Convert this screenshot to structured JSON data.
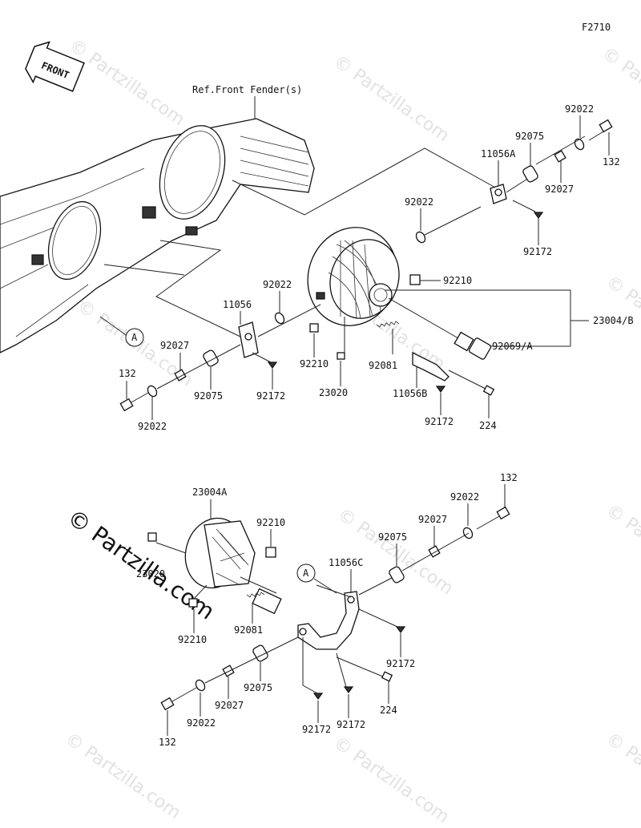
{
  "figure_code": "F2710",
  "front_label": "FRONT",
  "ref_label": "Ref.Front Fender(s)",
  "watermark": "© Partzilla.com",
  "callout_a": "A",
  "upper_labels": {
    "p_92022_top": "92022",
    "p_92075_top": "92075",
    "p_11056A": "11056A",
    "p_132_top": "132",
    "p_92027_top": "92027",
    "p_92022_mid": "92022",
    "p_92172_top": "92172",
    "p_92210_mid": "92210",
    "p_92022_left": "92022",
    "p_11056": "11056",
    "p_23004B": "23004/B",
    "p_92069A": "92069/A",
    "p_92027_left": "92027",
    "p_132_left": "132",
    "p_92075_left": "92075",
    "p_92172_left": "92172",
    "p_92210_left": "92210",
    "p_92081_up": "92081",
    "p_23020_up": "23020",
    "p_11056B": "11056B",
    "p_92172_bot": "92172",
    "p_224_up": "224",
    "p_92022_bl": "92022"
  },
  "lower_labels": {
    "p_23004A": "23004A",
    "p_132_r": "132",
    "p_92022_r": "92022",
    "p_92210_top": "92210",
    "p_92027_r": "92027",
    "p_92075_r": "92075",
    "p_11056C": "11056C",
    "p_23020_low": "23020",
    "p_92210_low": "92210",
    "p_92081_low": "92081",
    "p_92172_r": "92172",
    "p_224_low": "224",
    "p_92075_l": "92075",
    "p_92027_l": "92027",
    "p_132_l": "132",
    "p_92022_l": "92022",
    "p_92172_l1": "92172",
    "p_92172_l2": "92172"
  }
}
